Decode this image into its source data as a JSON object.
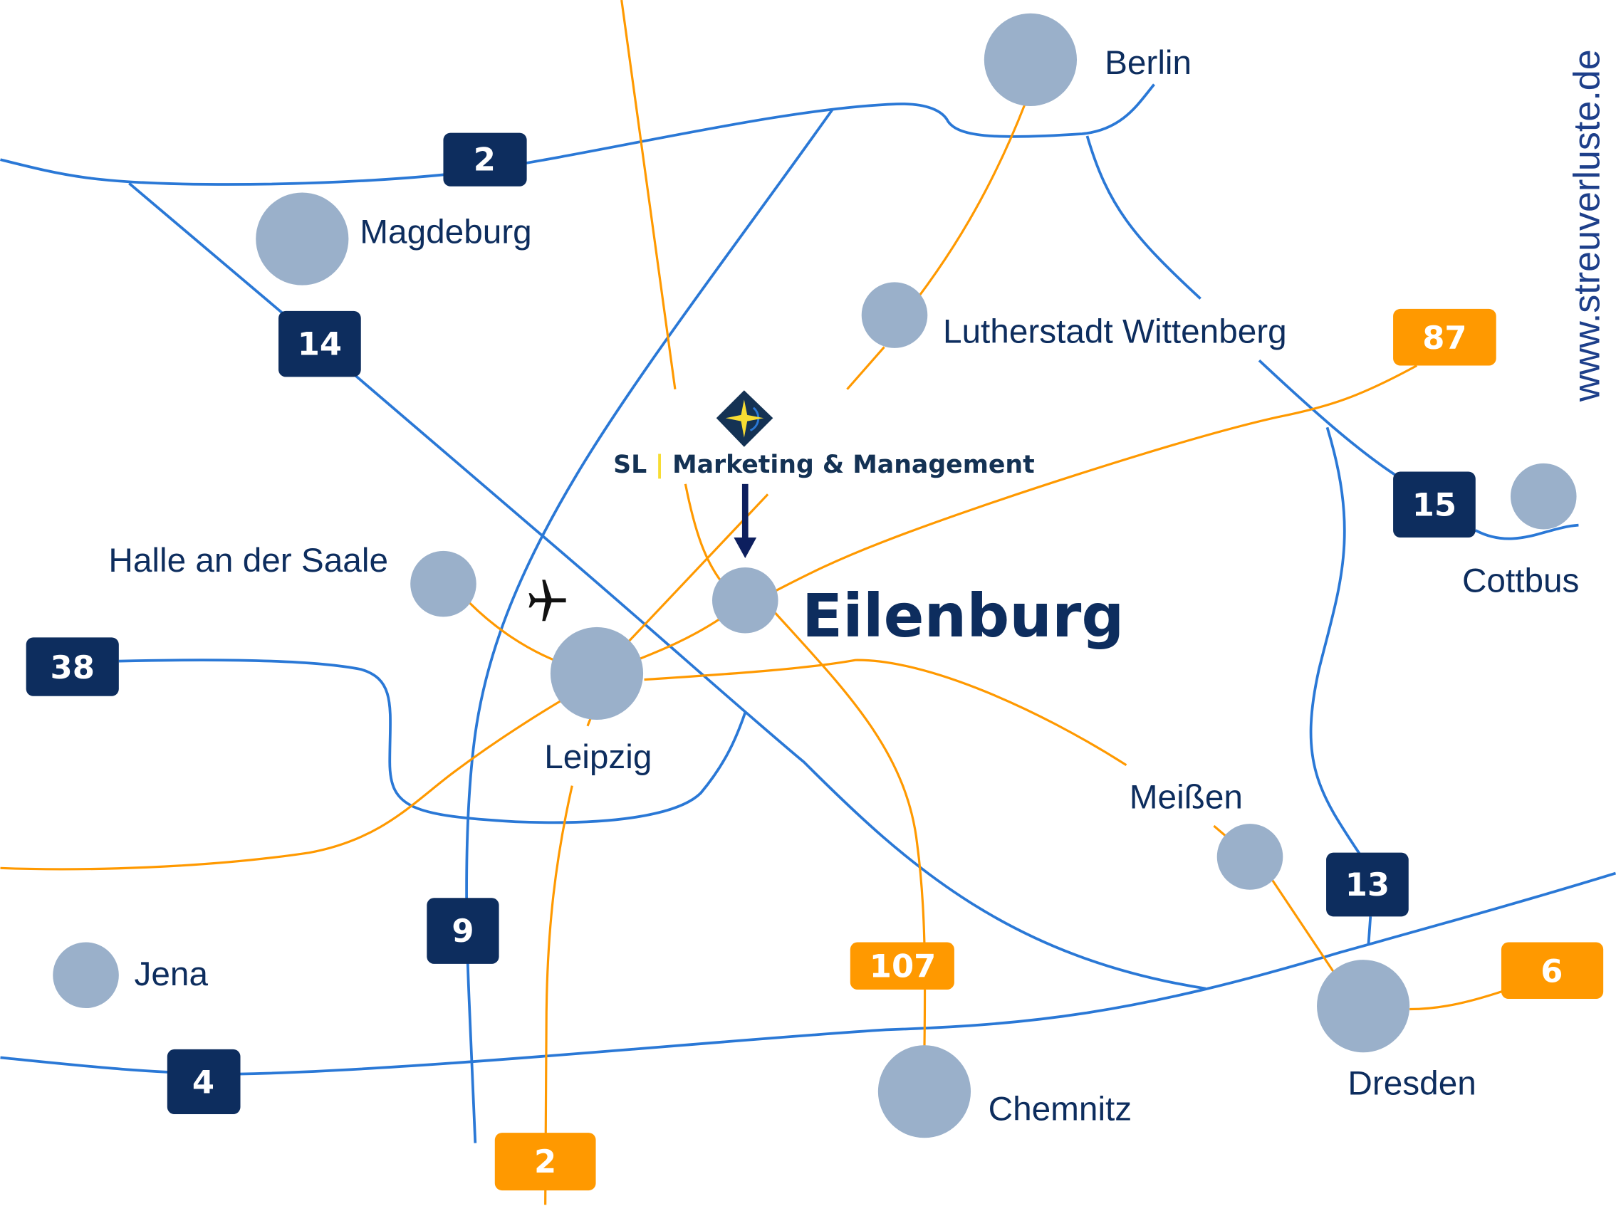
{
  "cities": {
    "berlin": "Berlin",
    "magdeburg": "Magdeburg",
    "wittenberg": "Lutherstadt Wittenberg",
    "halle": "Halle an der Saale",
    "leipzig": "Leipzig",
    "eilenburg": "Eilenburg",
    "cottbus": "Cottbus",
    "meissen": "Meißen",
    "jena": "Jena",
    "chemnitz": "Chemnitz",
    "dresden": "Dresden"
  },
  "motorways": {
    "a2": "2",
    "a14": "14",
    "a38": "38",
    "a9": "9",
    "a4": "4",
    "a13": "13",
    "a15": "15"
  },
  "federal_roads": {
    "b87": "87",
    "b107": "107",
    "b2": "2",
    "b6": "6"
  },
  "logo": {
    "sl": "SL",
    "separator": "|",
    "name": "Marketing & Management"
  },
  "website": "www.streuverluste.de",
  "icons": {
    "airport": "airplane-icon",
    "marker": "arrow-down-icon"
  },
  "colors": {
    "motorway": "#0d2d5e",
    "federal_road": "#ff9900",
    "city": "#9ab0ca",
    "road_blue": "#2a78d6"
  }
}
